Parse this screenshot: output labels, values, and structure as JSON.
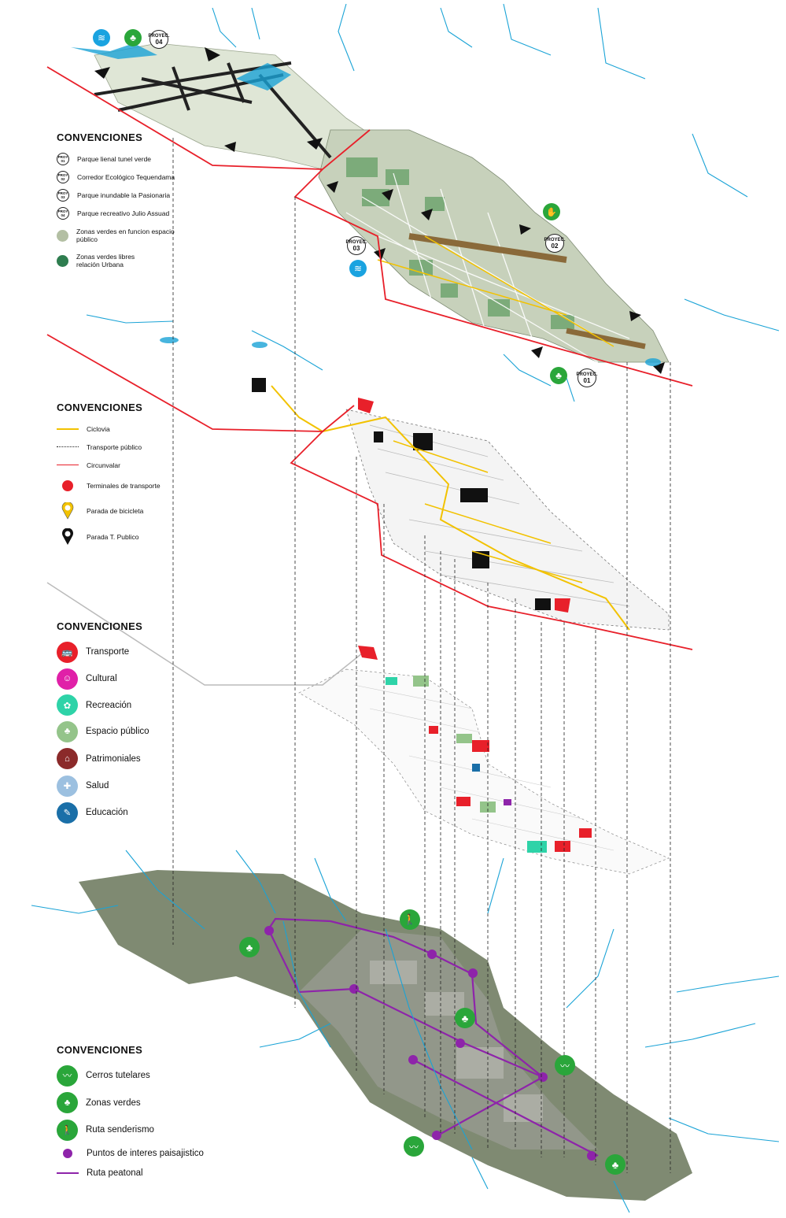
{
  "legends": {
    "layer1": {
      "title": "CONVENCIONES",
      "items": [
        {
          "code": "PROY 01",
          "label": "Parque lienal tunel verde"
        },
        {
          "code": "PROY 02",
          "label": "Corredor Ecológico Tequendama"
        },
        {
          "code": "PROY 03",
          "label": "Parque inundable la Pasionaria"
        },
        {
          "code": "PROY 04",
          "label": "Parque recreativo Julio Assuad"
        },
        {
          "color": "#b3bfa3",
          "label": "Zonas verdes en funcion espacio público"
        },
        {
          "color": "#2e7d4f",
          "label": "Zonas verdes libres relación Urbana"
        }
      ]
    },
    "layer2": {
      "title": "CONVENCIONES",
      "items": [
        {
          "type": "line",
          "color": "#f2c200",
          "label": "Ciclovia"
        },
        {
          "type": "dashed",
          "color": "#222222",
          "label": "Transporte público"
        },
        {
          "type": "line",
          "color": "#e8202a",
          "label": "Circunvalar"
        },
        {
          "type": "dot",
          "color": "#e8202a",
          "label": "Terminales de transporte"
        },
        {
          "type": "pin",
          "color": "#f2c200",
          "label": "Parada de bicicleta"
        },
        {
          "type": "pin",
          "color": "#111111",
          "label": "Parada T. Publico"
        }
      ]
    },
    "layer3": {
      "title": "CONVENCIONES",
      "items": [
        {
          "color": "#e8202a",
          "icon": "bus-icon",
          "label": "Transporte"
        },
        {
          "color": "#e020a8",
          "icon": "theater-masks-icon",
          "label": "Cultural"
        },
        {
          "color": "#2ed3a8",
          "icon": "recreation-icon",
          "label": "Recreación"
        },
        {
          "color": "#94c48a",
          "icon": "tree-bench-icon",
          "label": "Espacio público"
        },
        {
          "color": "#8b2a2a",
          "icon": "heritage-building-icon",
          "label": "Patrimoniales"
        },
        {
          "color": "#9cc0e0",
          "icon": "health-icon",
          "label": "Salud"
        },
        {
          "color": "#1a6fa8",
          "icon": "education-icon",
          "label": "Educación"
        }
      ]
    },
    "layer4": {
      "title": "CONVENCIONES",
      "items": [
        {
          "color": "#2aa63a",
          "icon": "hills-icon",
          "label": "Cerros tutelares"
        },
        {
          "color": "#2aa63a",
          "icon": "trees-icon",
          "label": "Zonas verdes"
        },
        {
          "color": "#2aa63a",
          "icon": "hiker-icon",
          "label": "Ruta senderismo"
        },
        {
          "type": "dot",
          "color": "#8e24aa",
          "label": "Puntos de interes paisajistico"
        },
        {
          "type": "line",
          "color": "#8e24aa",
          "label": "Ruta peatonal"
        }
      ]
    }
  },
  "map_badges": {
    "proy04": {
      "label": "PROYEC.",
      "num": "04"
    },
    "proy03": {
      "label": "PROYEC.",
      "num": "03"
    },
    "proy02": {
      "label": "PROYEC.",
      "num": "02"
    },
    "proy01": {
      "label": "PROYEC.",
      "num": "01"
    }
  },
  "colors": {
    "river": "#1aa3d6",
    "circunvalar": "#e8202a",
    "ciclovia": "#f2c200",
    "green_public": "#b3bfa3",
    "green_free": "#2e7d4f",
    "purple": "#8e24aa",
    "badge_green": "#2aa63a",
    "badge_blue": "#1aa3e0"
  }
}
